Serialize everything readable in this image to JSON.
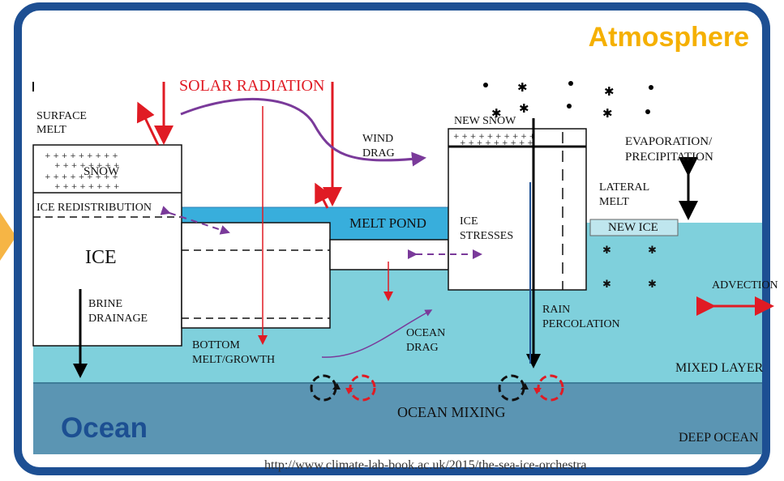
{
  "titles": {
    "atmosphere": "Atmosphere",
    "ocean": "Ocean"
  },
  "labels": {
    "solar_radiation": "SOLAR RADIATION",
    "surface_melt_1": "SURFACE",
    "surface_melt_2": "MELT",
    "snow": "SNOW",
    "ice_redistribution": "ICE REDISTRIBUTION",
    "ice": "ICE",
    "brine_1": "BRINE",
    "brine_2": "DRAINAGE",
    "bottom_1": "BOTTOM",
    "bottom_2": "MELT/GROWTH",
    "wind_1": "WIND",
    "wind_2": "DRAG",
    "melt_pond": "MELT POND",
    "ocean_drag_1": "OCEAN",
    "ocean_drag_2": "DRAG",
    "new_snow": "NEW SNOW",
    "ice_stresses_1": "ICE",
    "ice_stresses_2": "STRESSES",
    "rain_1": "RAIN",
    "rain_2": "PERCOLATION",
    "evap_1": "EVAPORATION/",
    "evap_2": "PRECIPITATION",
    "lateral_1": "LATERAL",
    "lateral_2": "MELT",
    "new_ice": "NEW ICE",
    "advection": "ADVECTION",
    "mixed_layer": "MIXED LAYER",
    "ocean_mixing": "OCEAN MIXING",
    "deep_ocean": "DEEP OCEAN"
  },
  "source_url": "http://www.climate-lab-book.ac.uk/2015/the-sea-ice-orchestra",
  "colors": {
    "frame": "#1d4f93",
    "atmosphere_title": "#f5b000",
    "mixed_layer": "#7fd0dc",
    "deep_ocean": "#5b95b3",
    "melt_pond": "#38aedc",
    "red_arrows": "#e01b24",
    "purple_arrows": "#7a3a9a"
  }
}
